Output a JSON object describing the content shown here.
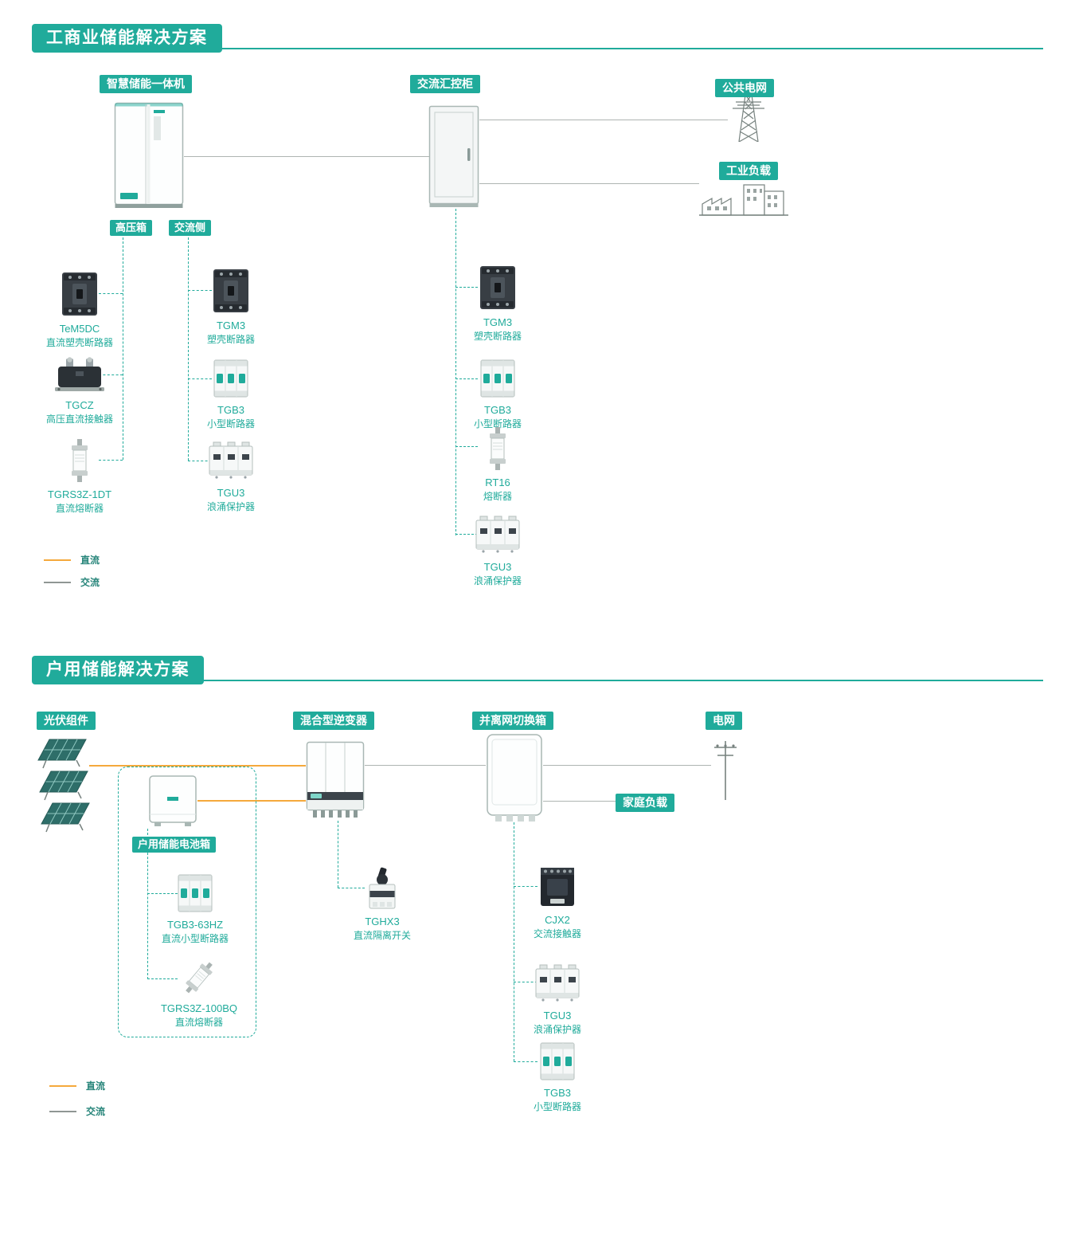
{
  "colors": {
    "teal": "#20ab9b",
    "orange": "#f5a93c",
    "line_gray": "#aeb4b2"
  },
  "legend": {
    "dc": "直流",
    "ac": "交流"
  },
  "section1": {
    "title": "工商业储能解决方案",
    "badges": {
      "ess": "智慧储能一体机",
      "ac_cabinet": "交流汇控柜",
      "public_grid": "公共电网",
      "industrial_load": "工业负载",
      "hv_box": "高压箱",
      "ac_side": "交流侧"
    },
    "hv_products": [
      {
        "model": "TeM5DC",
        "desc": "直流塑壳断路器"
      },
      {
        "model": "TGCZ",
        "desc": "高压直流接触器"
      },
      {
        "model": "TGRS3Z-1DT",
        "desc": "直流熔断器"
      }
    ],
    "ac_products": [
      {
        "model": "TGM3",
        "desc": "塑壳断路器"
      },
      {
        "model": "TGB3",
        "desc": "小型断路器"
      },
      {
        "model": "TGU3",
        "desc": "浪涌保护器"
      }
    ],
    "cabinet_products": [
      {
        "model": "TGM3",
        "desc": "塑壳断路器"
      },
      {
        "model": "TGB3",
        "desc": "小型断路器"
      },
      {
        "model": "RT16",
        "desc": "熔断器"
      },
      {
        "model": "TGU3",
        "desc": "浪涌保护器"
      }
    ]
  },
  "section2": {
    "title": "户用储能解决方案",
    "badges": {
      "pv": "光伏组件",
      "inverter": "混合型逆变器",
      "switch_box": "并离网切换箱",
      "grid": "电网",
      "home_load": "家庭负载",
      "battery_box": "户用储能电池箱"
    },
    "battery_products": [
      {
        "model": "TGB3-63HZ",
        "desc": "直流小型断路器"
      },
      {
        "model": "TGRS3Z-100BQ",
        "desc": "直流熔断器"
      }
    ],
    "inverter_products": [
      {
        "model": "TGHX3",
        "desc": "直流隔离开关"
      }
    ],
    "switch_products": [
      {
        "model": "CJX2",
        "desc": "交流接触器"
      },
      {
        "model": "TGU3",
        "desc": "浪涌保护器"
      },
      {
        "model": "TGB3",
        "desc": "小型断路器"
      }
    ]
  }
}
